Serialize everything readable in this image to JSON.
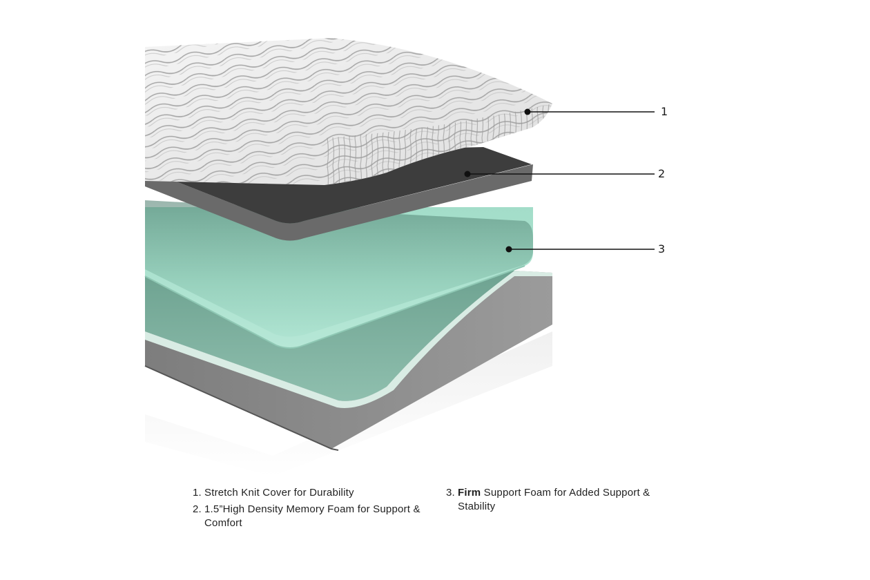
{
  "figure": {
    "subject": "mattress-layer-cutaway",
    "colors": {
      "background": "#ffffff",
      "cover_top": "#eeeeee",
      "cover_stripe": "#8a8a8a",
      "memory_foam_top": "#3a3a3a",
      "memory_foam_side": "#5e5e5e",
      "support_foam_top": "#9fd9c6",
      "support_foam_shadow": "#5f9a87",
      "base_side": "#8d8d8d",
      "base_inner": "#7fb5a3",
      "base_rim": "#d9ece4",
      "callout_line": "#111111"
    }
  },
  "callouts": [
    {
      "number": "1"
    },
    {
      "number": "2"
    },
    {
      "number": "3"
    }
  ],
  "captions": {
    "items": [
      {
        "number": "1.",
        "text": "Stretch Knit Cover for Durability"
      },
      {
        "number": "2.",
        "text": "1.5”High Density Memory Foam for Support & Comfort"
      },
      {
        "number": "3.",
        "bold": "Firm",
        "text": " Support Foam for Added Support & Stability"
      }
    ]
  }
}
